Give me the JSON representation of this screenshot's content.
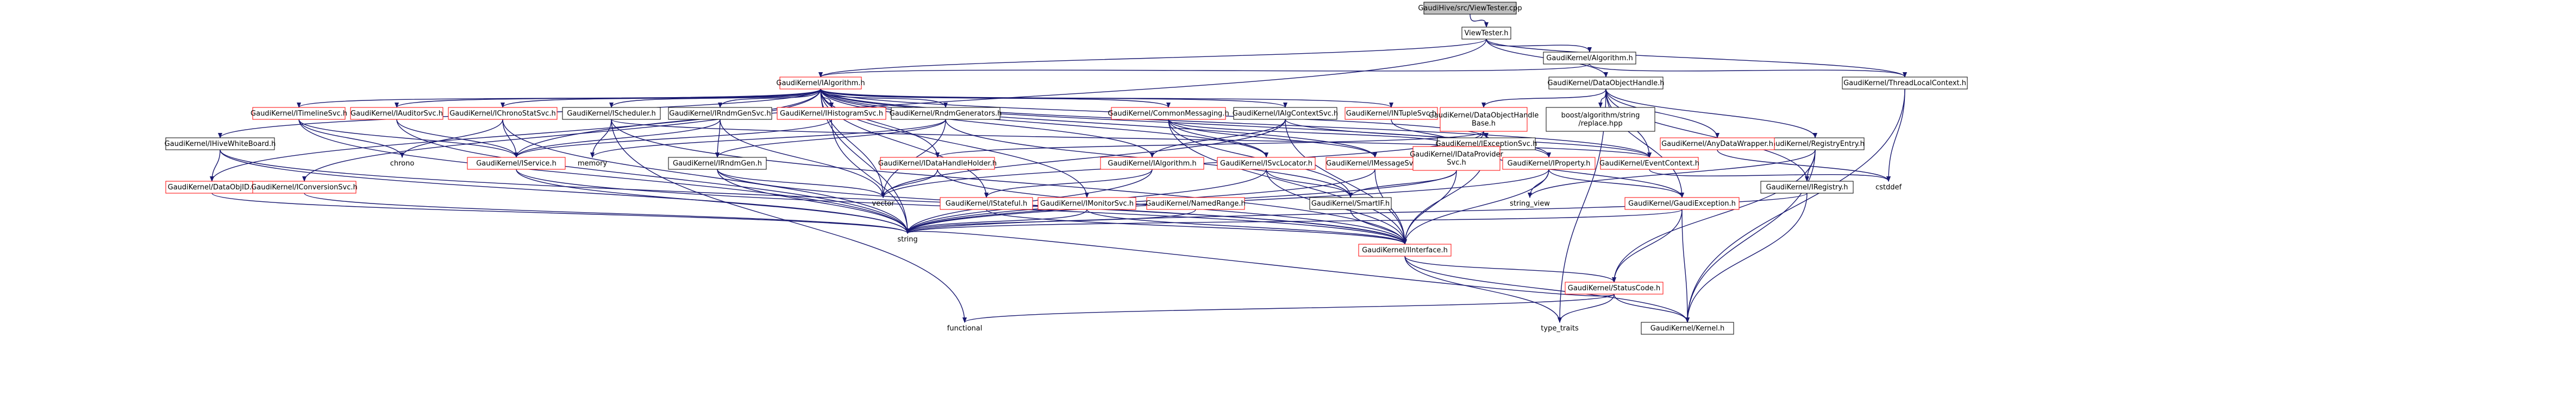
{
  "graph": {
    "nodes": [
      {
        "id": "root",
        "label": "GaudiHive/src/ViewTester.cpp",
        "style": "root"
      },
      {
        "id": "vt_h",
        "label": "ViewTester.h",
        "style": "normal"
      },
      {
        "id": "alg_h",
        "label": "GaudiKernel/Algorithm.h",
        "style": "normal"
      },
      {
        "id": "ialg",
        "label": "GaudiKernel/IAlgorithm.h",
        "style": "red"
      },
      {
        "id": "dohandle",
        "label": "GaudiKernel/DataObjectHandle.h",
        "style": "normal"
      },
      {
        "id": "tlc",
        "label": "GaudiKernel/ThreadLocalContext.h",
        "style": "normal"
      },
      {
        "id": "ihwb",
        "label": "GaudiKernel/IHiveWhiteBoard.h",
        "style": "normal"
      },
      {
        "id": "itimeline",
        "label": "GaudiKernel/ITimelineSvc.h",
        "style": "red"
      },
      {
        "id": "iauditor",
        "label": "GaudiKernel/IAuditorSvc.h",
        "style": "red"
      },
      {
        "id": "ichrono",
        "label": "GaudiKernel/IChronoStatSvc.h",
        "style": "red"
      },
      {
        "id": "isched",
        "label": "GaudiKernel/IScheduler.h",
        "style": "normal"
      },
      {
        "id": "irndmsvc",
        "label": "GaudiKernel/IRndmGenSvc.h",
        "style": "normal"
      },
      {
        "id": "ihistsvc",
        "label": "GaudiKernel/IHistogramSvc.h",
        "style": "red"
      },
      {
        "id": "rndmgens",
        "label": "GaudiKernel/RndmGenerators.h",
        "style": "normal"
      },
      {
        "id": "commonmsg",
        "label": "GaudiKernel/CommonMessaging.h",
        "style": "red"
      },
      {
        "id": "ialgctx",
        "label": "GaudiKernel/IAlgContextSvc.h",
        "style": "normal"
      },
      {
        "id": "intuple",
        "label": "GaudiKernel/INTupleSvc.h",
        "style": "red"
      },
      {
        "id": "iexcsvc",
        "label": "GaudiKernel/IExceptionSvc.h",
        "style": "normal"
      },
      {
        "id": "algstring",
        "label": "boost/algorithm/string/replace.hpp",
        "style": "normal"
      },
      {
        "id": "dohbase",
        "label": "GaudiKernel/DataObjectHandleBase.h",
        "style": "red"
      },
      {
        "id": "regentry",
        "label": "GaudiKernel/RegistryEntry.h",
        "style": "normal"
      },
      {
        "id": "anydw",
        "label": "GaudiKernel/AnyDataWrapper.h",
        "style": "red"
      },
      {
        "id": "dataobjid",
        "label": "GaudiKernel/DataObjID.h",
        "style": "red"
      },
      {
        "id": "iconv",
        "label": "GaudiKernel/IConversionSvc.h",
        "style": "red"
      },
      {
        "id": "chrono",
        "label": "chrono",
        "style": "plain"
      },
      {
        "id": "iservice",
        "label": "GaudiKernel/IService.h",
        "style": "red"
      },
      {
        "id": "memory",
        "label": "memory",
        "style": "plain"
      },
      {
        "id": "irndmgen",
        "label": "GaudiKernel/IRndmGen.h",
        "style": "normal"
      },
      {
        "id": "idhh",
        "label": "GaudiKernel/IDataHandleHolder.h",
        "style": "red"
      },
      {
        "id": "ialgorithm",
        "label": "GaudiKernel/IAlgorithm.h",
        "style": "red"
      },
      {
        "id": "isvcloc",
        "label": "GaudiKernel/ISvcLocator.h",
        "style": "red"
      },
      {
        "id": "imsgsvc",
        "label": "GaudiKernel/IMessageSvc.h",
        "style": "red"
      },
      {
        "id": "idataprov",
        "label": "GaudiKernel/IDataProviderSvc.h",
        "style": "red"
      },
      {
        "id": "iproperty",
        "label": "GaudiKernel/IProperty.h",
        "style": "red"
      },
      {
        "id": "eventctx",
        "label": "GaudiKernel/EventContext.h",
        "style": "red"
      },
      {
        "id": "iregistry",
        "label": "GaudiKernel/IRegistry.h",
        "style": "normal"
      },
      {
        "id": "cstddef",
        "label": "cstddef",
        "style": "plain"
      },
      {
        "id": "vector",
        "label": "vector",
        "style": "plain"
      },
      {
        "id": "istateful",
        "label": "GaudiKernel/IStateful.h",
        "style": "red"
      },
      {
        "id": "imonitor",
        "label": "GaudiKernel/IMonitorSvc.h",
        "style": "red"
      },
      {
        "id": "namedrange",
        "label": "GaudiKernel/NamedRange.h",
        "style": "red"
      },
      {
        "id": "smartif",
        "label": "GaudiKernel/SmartIF.h",
        "style": "normal"
      },
      {
        "id": "stringview",
        "label": "string_view",
        "style": "plain"
      },
      {
        "id": "igexc",
        "label": "GaudiKernel/GaudiException.h",
        "style": "red"
      },
      {
        "id": "string",
        "label": "string",
        "style": "plain"
      },
      {
        "id": "iinterface",
        "label": "GaudiKernel/IInterface.h",
        "style": "red"
      },
      {
        "id": "statuscode",
        "label": "GaudiKernel/StatusCode.h",
        "style": "red"
      },
      {
        "id": "functional",
        "label": "functional",
        "style": "plain"
      },
      {
        "id": "typetraits",
        "label": "type_traits",
        "style": "plain"
      },
      {
        "id": "kernel",
        "label": "GaudiKernel/Kernel.h",
        "style": "normal"
      }
    ]
  }
}
